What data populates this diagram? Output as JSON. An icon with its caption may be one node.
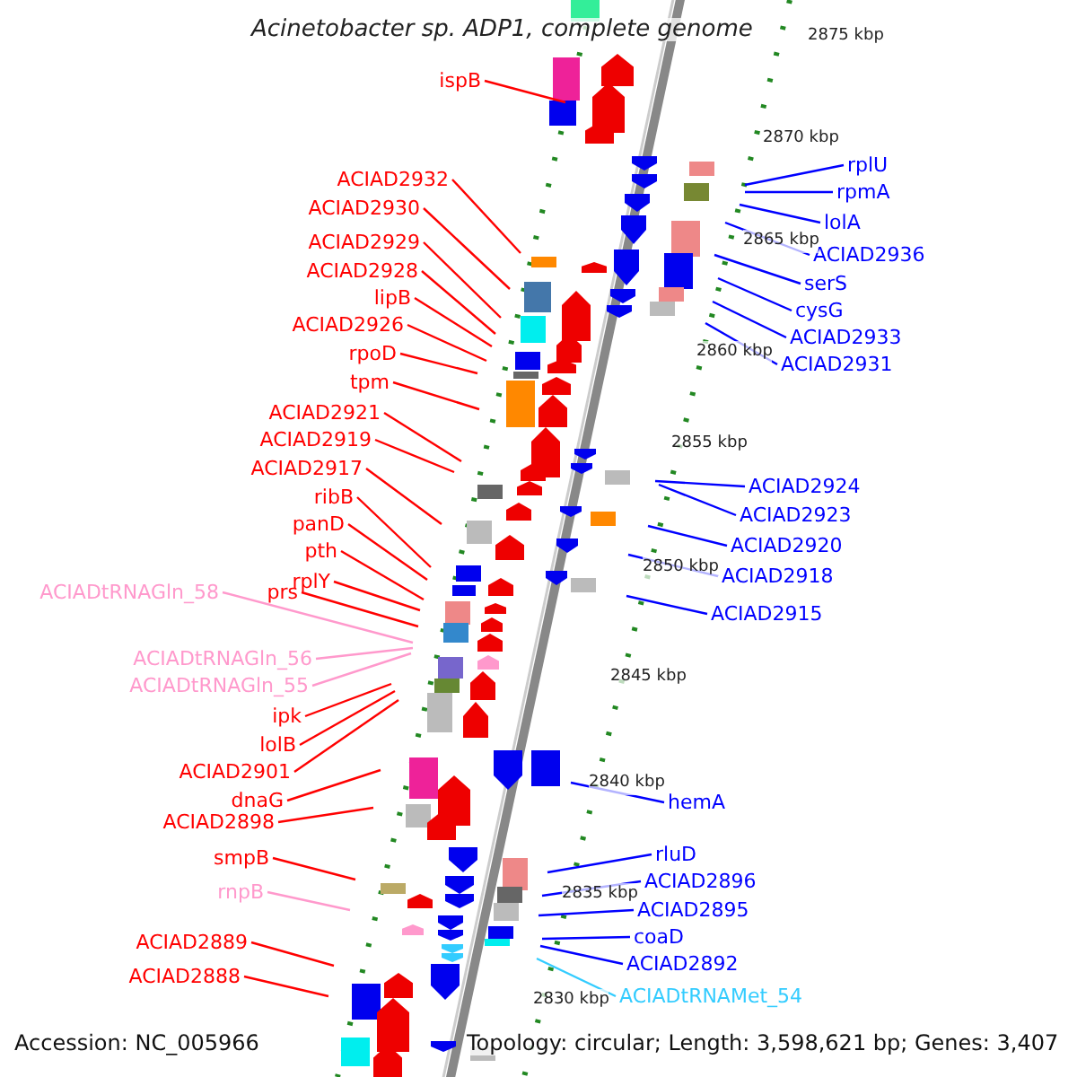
{
  "diagram": {
    "title": "Acinetobacter sp. ADP1, complete genome",
    "nodes": [
      {
        "text": [
          "ispB"
        ]
      },
      {
        "text": [
          "ACIAD2932"
        ]
      },
      {
        "text": [
          "ACIAD2930"
        ]
      },
      {
        "text": [
          "ACIAD2929"
        ]
      },
      {
        "text": [
          "ACIAD2928"
        ]
      },
      {
        "text": [
          "lipB"
        ]
      },
      {
        "text": [
          "ACIAD2926"
        ]
      },
      {
        "text": [
          "rpoD"
        ]
      },
      {
        "text": [
          "tpm"
        ]
      },
      {
        "text": [
          "ACIAD2921"
        ]
      },
      {
        "text": [
          "ACIAD2919"
        ]
      },
      {
        "text": [
          "ACIAD2917"
        ]
      },
      {
        "text": [
          "ribB"
        ]
      },
      {
        "text": [
          "panD"
        ]
      },
      {
        "text": [
          "pth"
        ]
      },
      {
        "text": [
          "rplY"
        ]
      },
      {
        "text": [
          "prs"
        ]
      },
      {
        "text": [
          "ACIADtRNAGln_58"
        ]
      },
      {
        "text": [
          "ACIADtRNAGln_56"
        ]
      },
      {
        "text": [
          "ACIADtRNAGln_55"
        ]
      },
      {
        "text": [
          "ipk"
        ]
      },
      {
        "text": [
          "lolB"
        ]
      },
      {
        "text": [
          "ACIAD2901"
        ]
      },
      {
        "text": [
          "dnaG"
        ]
      },
      {
        "text": [
          "ACIAD2898"
        ]
      },
      {
        "text": [
          "smpB"
        ]
      },
      {
        "text": [
          "rnpB"
        ]
      },
      {
        "text": [
          "ACIAD2889"
        ]
      },
      {
        "text": [
          "ACIAD2888"
        ]
      },
      {
        "text": [
          "rplU"
        ]
      },
      {
        "text": [
          "rpmA"
        ]
      },
      {
        "text": [
          "lolA"
        ]
      },
      {
        "text": [
          "ACIAD2936"
        ]
      },
      {
        "text": [
          "serS"
        ]
      },
      {
        "text": [
          "cysG"
        ]
      },
      {
        "text": [
          "ACIAD2933"
        ]
      },
      {
        "text": [
          "ACIAD2931"
        ]
      },
      {
        "text": [
          "ACIAD2924"
        ]
      },
      {
        "text": [
          "ACIAD2923"
        ]
      },
      {
        "text": [
          "ACIAD2920"
        ]
      },
      {
        "text": [
          "ACIAD2918"
        ]
      },
      {
        "text": [
          "ACIAD2915"
        ]
      },
      {
        "text": [
          "hemA"
        ]
      },
      {
        "text": [
          "rluD"
        ]
      },
      {
        "text": [
          "ACIAD2896"
        ]
      },
      {
        "text": [
          "ACIAD2895"
        ]
      },
      {
        "text": [
          "coaD"
        ]
      },
      {
        "text": [
          "ACIAD2892"
        ]
      },
      {
        "text": [
          "ACIADtRNAMet_54"
        ]
      }
    ],
    "edges": [
      {
        "from": 0,
        "to": null,
        "arrow": "none"
      },
      {
        "from": 1,
        "to": null,
        "arrow": "none"
      },
      {
        "from": 2,
        "to": null,
        "arrow": "none"
      },
      {
        "from": 3,
        "to": null,
        "arrow": "none"
      },
      {
        "from": 4,
        "to": null,
        "arrow": "none"
      },
      {
        "from": 5,
        "to": null,
        "arrow": "none"
      },
      {
        "from": 6,
        "to": null,
        "arrow": "none"
      },
      {
        "from": 7,
        "to": null,
        "arrow": "none"
      },
      {
        "from": 8,
        "to": null,
        "arrow": "none"
      },
      {
        "from": 9,
        "to": null,
        "arrow": "none"
      },
      {
        "from": 10,
        "to": null,
        "arrow": "none"
      },
      {
        "from": 11,
        "to": null,
        "arrow": "none"
      },
      {
        "from": 12,
        "to": null,
        "arrow": "none"
      },
      {
        "from": 13,
        "to": null,
        "arrow": "none"
      },
      {
        "from": 14,
        "to": null,
        "arrow": "none"
      },
      {
        "from": 15,
        "to": null,
        "arrow": "none"
      },
      {
        "from": 16,
        "to": null,
        "arrow": "none"
      },
      {
        "from": 17,
        "to": null,
        "arrow": "none",
        "color": "#ff99cc"
      },
      {
        "from": 18,
        "to": null,
        "arrow": "none",
        "color": "#ff99cc"
      },
      {
        "from": 19,
        "to": null,
        "arrow": "none",
        "color": "#ff99cc"
      },
      {
        "from": 20,
        "to": null,
        "arrow": "none"
      },
      {
        "from": 21,
        "to": null,
        "arrow": "none"
      },
      {
        "from": 22,
        "to": null,
        "arrow": "none"
      },
      {
        "from": 23,
        "to": null,
        "arrow": "none"
      },
      {
        "from": 24,
        "to": null,
        "arrow": "none"
      },
      {
        "from": 25,
        "to": null,
        "arrow": "none"
      },
      {
        "from": 26,
        "to": null,
        "arrow": "none",
        "color": "#ff99cc"
      },
      {
        "from": 27,
        "to": null,
        "arrow": "none"
      },
      {
        "from": 28,
        "to": null,
        "arrow": "none"
      },
      {
        "from": null,
        "to": 29,
        "arrow": "none",
        "color": "#0000ff"
      },
      {
        "from": null,
        "to": 30,
        "arrow": "none",
        "color": "#0000ff"
      },
      {
        "from": null,
        "to": 31,
        "arrow": "none",
        "color": "#0000ff"
      },
      {
        "from": null,
        "to": 32,
        "arrow": "none",
        "color": "#0000ff"
      },
      {
        "from": null,
        "to": 33,
        "arrow": "none",
        "color": "#0000ff"
      },
      {
        "from": null,
        "to": 34,
        "arrow": "none",
        "color": "#0000ff"
      },
      {
        "from": null,
        "to": 35,
        "arrow": "none",
        "color": "#0000ff"
      },
      {
        "from": null,
        "to": 36,
        "arrow": "none",
        "color": "#0000ff"
      },
      {
        "from": null,
        "to": 37,
        "arrow": "none",
        "color": "#0000ff"
      },
      {
        "from": null,
        "to": 38,
        "arrow": "none",
        "color": "#0000ff"
      },
      {
        "from": null,
        "to": 39,
        "arrow": "none",
        "color": "#0000ff"
      },
      {
        "from": null,
        "to": 40,
        "arrow": "none",
        "color": "#0000ff"
      },
      {
        "from": null,
        "to": 41,
        "arrow": "none",
        "color": "#0000ff"
      },
      {
        "from": null,
        "to": 42,
        "arrow": "none",
        "color": "#0000ff"
      },
      {
        "from": null,
        "to": 43,
        "arrow": "none",
        "color": "#0000ff"
      },
      {
        "from": null,
        "to": 44,
        "arrow": "none",
        "color": "#0000ff"
      },
      {
        "from": null,
        "to": 45,
        "arrow": "none",
        "color": "#0000ff"
      },
      {
        "from": null,
        "to": 46,
        "arrow": "none",
        "color": "#0000ff"
      },
      {
        "from": null,
        "to": 47,
        "arrow": "none",
        "color": "#0000ff"
      },
      {
        "from": null,
        "to": 48,
        "arrow": "none",
        "color": "#33ccff"
      }
    ],
    "labels": [
      "2875 kbp",
      "2870 kbp",
      "2865 kbp",
      "2860 kbp",
      "2855 kbp",
      "2850 kbp",
      "2845 kbp",
      "2840 kbp",
      "2835 kbp",
      "2830 kbp",
      "Accession: NC_005966",
      "Topology: circular; Length: 3,598,621 bp; Genes: 3,407"
    ]
  }
}
